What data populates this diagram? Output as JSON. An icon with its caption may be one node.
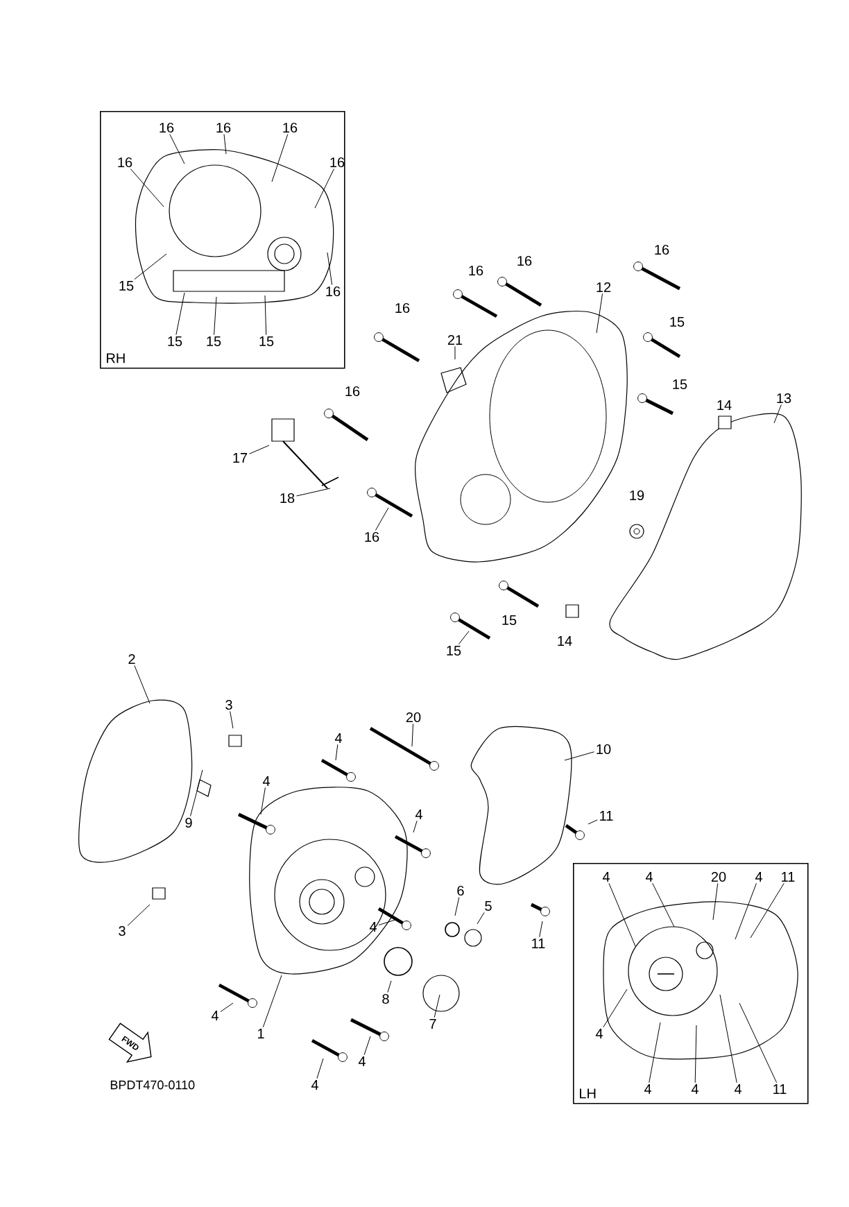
{
  "diagram": {
    "nodes": [
      {
        "text": [
          "RH"
        ]
      },
      {
        "text": [
          "16"
        ],
        "in": 0
      },
      {
        "text": [
          "16"
        ],
        "in": 0
      },
      {
        "text": [
          "16"
        ],
        "in": 0
      },
      {
        "text": [
          "16"
        ],
        "in": 0
      },
      {
        "text": [
          "16"
        ],
        "in": 0
      },
      {
        "text": [
          "16"
        ],
        "in": 0
      },
      {
        "text": [
          "15"
        ],
        "in": 0
      },
      {
        "text": [
          "15"
        ],
        "in": 0
      },
      {
        "text": [
          "15"
        ],
        "in": 0
      },
      {
        "text": [
          "15"
        ],
        "in": 0
      },
      {
        "text": [
          "16"
        ]
      },
      {
        "text": [
          "16"
        ]
      },
      {
        "text": [
          "16"
        ]
      },
      {
        "text": [
          "12"
        ]
      },
      {
        "text": [
          "16"
        ]
      },
      {
        "text": [
          "15"
        ]
      },
      {
        "text": [
          "21"
        ]
      },
      {
        "text": [
          "16"
        ]
      },
      {
        "text": [
          "15"
        ]
      },
      {
        "text": [
          "14"
        ]
      },
      {
        "text": [
          "13"
        ]
      },
      {
        "text": [
          "17"
        ]
      },
      {
        "text": [
          "18"
        ]
      },
      {
        "text": [
          "19"
        ]
      },
      {
        "text": [
          "16"
        ]
      },
      {
        "text": [
          "15"
        ]
      },
      {
        "text": [
          "14"
        ]
      },
      {
        "text": [
          "15"
        ]
      },
      {
        "text": [
          "2"
        ]
      },
      {
        "text": [
          "3"
        ]
      },
      {
        "text": [
          "20"
        ]
      },
      {
        "text": [
          "4"
        ]
      },
      {
        "text": [
          "10"
        ]
      },
      {
        "text": [
          "4"
        ]
      },
      {
        "text": [
          "9"
        ]
      },
      {
        "text": [
          "4"
        ]
      },
      {
        "text": [
          "11"
        ]
      },
      {
        "text": [
          "3"
        ]
      },
      {
        "text": [
          "6"
        ]
      },
      {
        "text": [
          "5"
        ]
      },
      {
        "text": [
          "4"
        ]
      },
      {
        "text": [
          "11"
        ]
      },
      {
        "text": [
          "8"
        ]
      },
      {
        "text": [
          "7"
        ]
      },
      {
        "text": [
          "4"
        ]
      },
      {
        "text": [
          "1"
        ]
      },
      {
        "text": [
          "4"
        ]
      },
      {
        "text": [
          "4"
        ]
      },
      {
        "text": [
          "LH"
        ]
      },
      {
        "text": [
          "4"
        ],
        "in": 49
      },
      {
        "text": [
          "4"
        ],
        "in": 49
      },
      {
        "text": [
          "20"
        ],
        "in": 49
      },
      {
        "text": [
          "4"
        ],
        "in": 49
      },
      {
        "text": [
          "11"
        ],
        "in": 49
      },
      {
        "text": [
          "4"
        ],
        "in": 49
      },
      {
        "text": [
          "4"
        ],
        "in": 49
      },
      {
        "text": [
          "4"
        ],
        "in": 49
      },
      {
        "text": [
          "4"
        ],
        "in": 49
      },
      {
        "text": [
          "11"
        ],
        "in": 49
      }
    ],
    "edges": [
      {
        "from": 1,
        "to": null,
        "arrow": "none"
      },
      {
        "from": 2,
        "to": null,
        "arrow": "none"
      },
      {
        "from": 3,
        "to": null,
        "arrow": "none"
      },
      {
        "from": 4,
        "to": null,
        "arrow": "none"
      },
      {
        "from": 5,
        "to": null,
        "arrow": "none"
      },
      {
        "from": 6,
        "to": null,
        "arrow": "none"
      },
      {
        "from": 7,
        "to": null,
        "arrow": "none"
      },
      {
        "from": 8,
        "to": null,
        "arrow": "none"
      },
      {
        "from": 9,
        "to": null,
        "arrow": "none"
      },
      {
        "from": 10,
        "to": null,
        "arrow": "none"
      },
      {
        "from": 14,
        "to": null,
        "arrow": "none"
      },
      {
        "from": 17,
        "to": null,
        "arrow": "none"
      },
      {
        "from": 21,
        "to": null,
        "arrow": "none"
      },
      {
        "from": 22,
        "to": null,
        "arrow": "none"
      },
      {
        "from": 23,
        "to": null,
        "arrow": "none"
      },
      {
        "from": 25,
        "to": null,
        "arrow": "none"
      },
      {
        "from": 28,
        "to": null,
        "arrow": "none"
      },
      {
        "from": 29,
        "to": null,
        "arrow": "none"
      },
      {
        "from": 30,
        "to": null,
        "arrow": "none"
      },
      {
        "from": 31,
        "to": null,
        "arrow": "none"
      },
      {
        "from": 32,
        "to": null,
        "arrow": "none"
      },
      {
        "from": 33,
        "to": null,
        "arrow": "none"
      },
      {
        "from": 34,
        "to": null,
        "arrow": "none"
      },
      {
        "from": 35,
        "to": null,
        "arrow": "none"
      },
      {
        "from": 36,
        "to": null,
        "arrow": "none"
      },
      {
        "from": 37,
        "to": null,
        "arrow": "none"
      },
      {
        "from": 38,
        "to": null,
        "arrow": "none"
      },
      {
        "from": 39,
        "to": null,
        "arrow": "none"
      },
      {
        "from": 40,
        "to": null,
        "arrow": "none"
      },
      {
        "from": 41,
        "to": null,
        "arrow": "none"
      },
      {
        "from": 42,
        "to": null,
        "arrow": "none"
      },
      {
        "from": 43,
        "to": null,
        "arrow": "none"
      },
      {
        "from": 44,
        "to": null,
        "arrow": "none"
      },
      {
        "from": 45,
        "to": null,
        "arrow": "none"
      },
      {
        "from": 46,
        "to": null,
        "arrow": "none"
      },
      {
        "from": 47,
        "to": null,
        "arrow": "none"
      },
      {
        "from": 48,
        "to": null,
        "arrow": "none"
      },
      {
        "from": 50,
        "to": null,
        "arrow": "none"
      },
      {
        "from": 51,
        "to": null,
        "arrow": "none"
      },
      {
        "from": 52,
        "to": null,
        "arrow": "none"
      },
      {
        "from": 53,
        "to": null,
        "arrow": "none"
      },
      {
        "from": 54,
        "to": null,
        "arrow": "none"
      },
      {
        "from": 55,
        "to": null,
        "arrow": "none"
      },
      {
        "from": 56,
        "to": null,
        "arrow": "none"
      },
      {
        "from": 57,
        "to": null,
        "arrow": "none"
      },
      {
        "from": 58,
        "to": null,
        "arrow": "none"
      },
      {
        "from": 59,
        "to": null,
        "arrow": "none"
      }
    ],
    "labels": [
      "FWD",
      "BPDT470-0110"
    ]
  }
}
